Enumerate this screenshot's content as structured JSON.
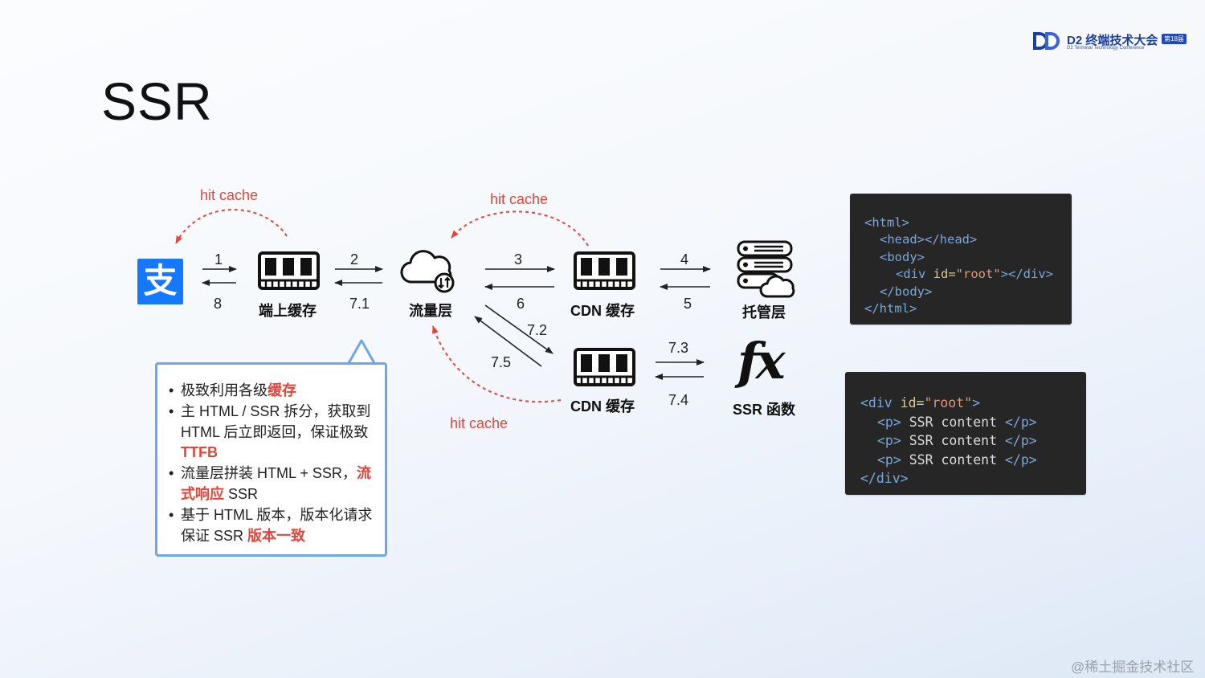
{
  "title": "SSR",
  "logo": {
    "main": "D2 终端技术大会",
    "badge": "第18届",
    "sub": "D2 Terminal Technology Conference"
  },
  "nodes": {
    "client": "支",
    "device_cache": "端上缓存",
    "traffic_layer": "流量层",
    "cdn_cache_top": "CDN 缓存",
    "hosting_layer": "托管层",
    "cdn_cache_bottom": "CDN 缓存",
    "ssr_function": "SSR 函数",
    "fx_glyph": "fx"
  },
  "steps": {
    "s1": "1",
    "s8": "8",
    "s2": "2",
    "s71": "7.1",
    "s3": "3",
    "s6": "6",
    "s4": "4",
    "s5": "5",
    "s72": "7.2",
    "s75": "7.5",
    "s73": "7.3",
    "s74": "7.4"
  },
  "hit_cache": {
    "h1": "hit cache",
    "h2": "hit cache",
    "h3": "hit cache"
  },
  "bullets": {
    "b1_pre": "极致利用各级",
    "b1_red": "缓存",
    "b2_pre": "主 HTML / SSR 拆分，获取到 HTML 后立即返回，保证极致 ",
    "b2_red": "TTFB",
    "b3_pre": "流量层拼装 HTML + SSR，",
    "b3_red": "流式响应",
    "b3_post": " SSR",
    "b4_pre": "基于 HTML 版本，版本化请求保证 SSR ",
    "b4_red": "版本一致"
  },
  "code_html": {
    "l1_tag": "<html>",
    "l2_tag": "<head></head>",
    "l3_tag": "<body>",
    "l4_open": "<div",
    "l4_attr": " id=",
    "l4_str": "\"root\"",
    "l4_close": "></div>",
    "l5_tag": "</body>",
    "l6_tag": "</html>"
  },
  "code_ssr": {
    "l1_open": "<div",
    "l1_attr": " id=",
    "l1_str": "\"root\"",
    "l1_close": ">",
    "p_open": "<p>",
    "p_text": " SSR content ",
    "p_close": "</p>",
    "l5_tag": "</div>"
  },
  "watermark": "@稀土掘金技术社区",
  "colors": {
    "accent_red": "#e0463a",
    "bubble_border": "#6fa6e8",
    "client_blue": "#1677ff",
    "code_bg": "#262626"
  }
}
